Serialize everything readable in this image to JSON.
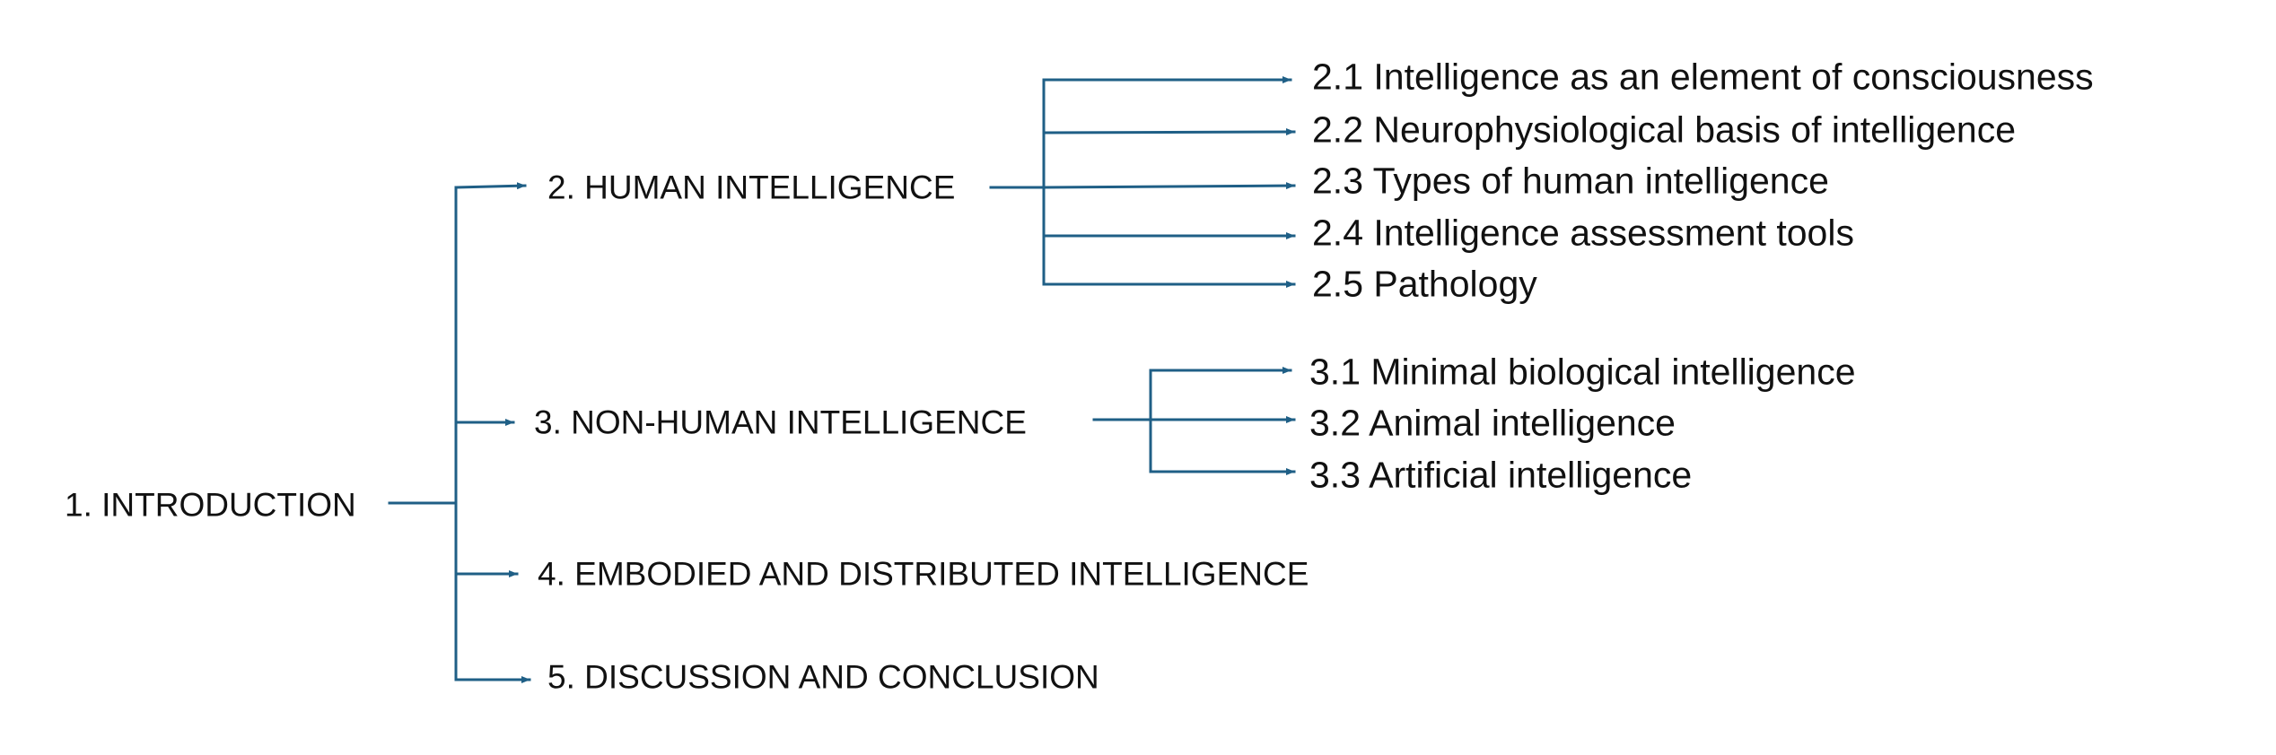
{
  "diagram": {
    "line_color": "#1f5f86",
    "text_color": "#111111",
    "root": "1. INTRODUCTION",
    "sections": [
      {
        "label": "2. HUMAN INTELLIGENCE",
        "subsections": [
          "2.1 Intelligence as an element of consciousness",
          "2.2 Neurophysiological basis of intelligence",
          "2.3 Types of human intelligence",
          "2.4 Intelligence assessment tools",
          "2.5 Pathology"
        ]
      },
      {
        "label": "3. NON-HUMAN INTELLIGENCE",
        "subsections": [
          "3.1 Minimal biological intelligence",
          "3.2 Animal intelligence",
          "3.3 Artificial intelligence"
        ]
      },
      {
        "label": "4. EMBODIED AND DISTRIBUTED INTELLIGENCE",
        "subsections": []
      },
      {
        "label": "5. DISCUSSION AND CONCLUSION",
        "subsections": []
      }
    ]
  }
}
